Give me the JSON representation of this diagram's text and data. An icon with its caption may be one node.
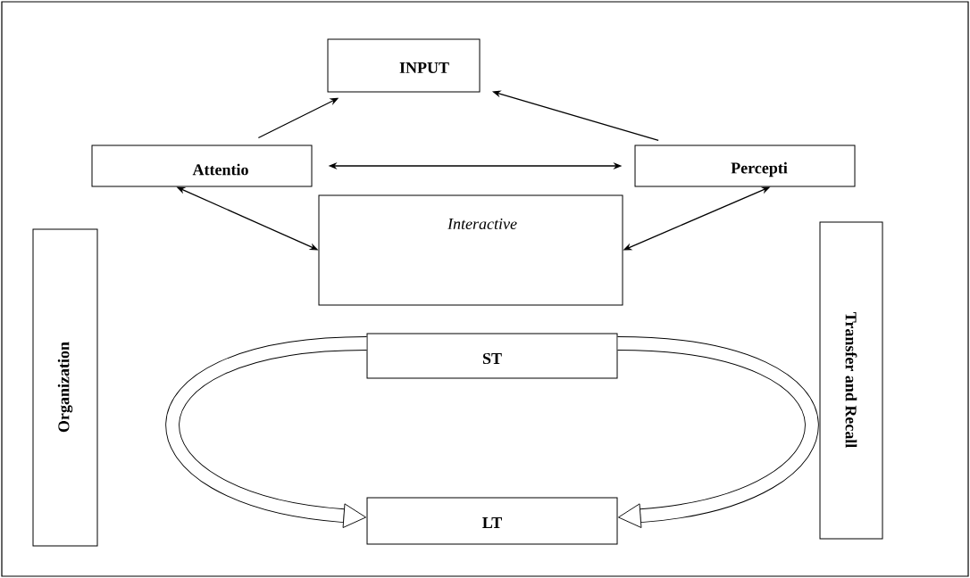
{
  "diagram": {
    "nodes": [
      {
        "text": [
          "INPUT"
        ]
      },
      {
        "text": [
          "Attentio"
        ]
      },
      {
        "text": [
          "Percepti"
        ]
      },
      {
        "text": [
          "Organization"
        ]
      },
      {
        "text": [
          "Interactive"
        ]
      },
      {
        "text": [
          "Transfer and Recall"
        ]
      },
      {
        "text": [
          "ST"
        ]
      },
      {
        "text": [
          "LT"
        ]
      }
    ],
    "edges": [
      {
        "from": 1,
        "to": 0,
        "arrow": "to"
      },
      {
        "from": 2,
        "to": 0,
        "arrow": "to"
      },
      {
        "from": 1,
        "to": 2,
        "arrow": "both"
      },
      {
        "from": 1,
        "to": 4,
        "arrow": "both"
      },
      {
        "from": 2,
        "to": 4,
        "arrow": "both"
      },
      {
        "from": 6,
        "to": 7,
        "arrow": "to",
        "style": "thick"
      },
      {
        "from": 6,
        "to": 7,
        "arrow": "to",
        "style": "thick"
      }
    ]
  }
}
